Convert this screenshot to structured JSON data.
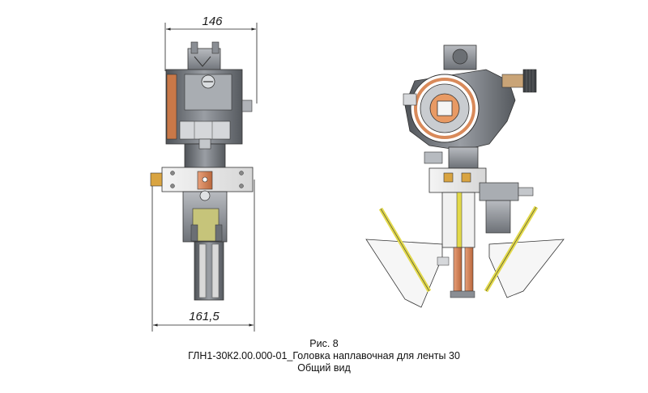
{
  "dimensions": {
    "top_width": "146",
    "bottom_width": "161,5"
  },
  "caption": {
    "figure_number": "Рис. 8",
    "title": "ГЛН1-30К2.00.000-01_Головка наплавочная для ленты 30",
    "subtitle": "Общий вид"
  },
  "colors": {
    "steel_dark": "#5e6268",
    "steel": "#8a8e94",
    "steel_light": "#c4c7cb",
    "copper": "#d98a5a",
    "brass": "#d9a441",
    "yellow_strip": "#e2d94a",
    "plate": "#ebebeb"
  }
}
